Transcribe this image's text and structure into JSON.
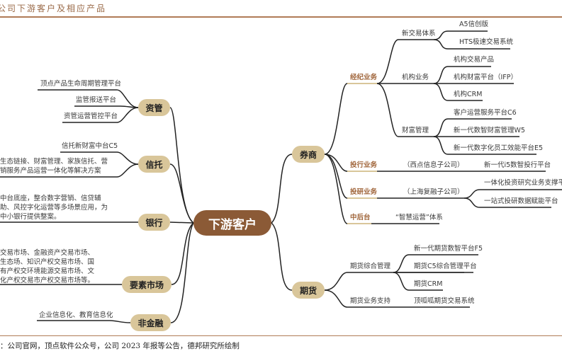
{
  "header": {
    "title": "公司下游客户及相应产品"
  },
  "footer": {
    "source": "：公司官网，顶点软件公众号，公司 2023 年报等公告，德邦研究所绘制"
  },
  "colors": {
    "center": "#8b5a36",
    "node": "#d9c69a",
    "category": "#a0653a",
    "rule": "#b07b56"
  },
  "center": "下游客户",
  "left": {
    "zigu": {
      "label": "资管",
      "items": [
        "顶点产品生命周期管理平台",
        "监管报送平台",
        "资管运营管控平台"
      ]
    },
    "xintuo": {
      "label": "信托",
      "items": [
        "信托新财富中台C5",
        "生态链接、财富管理、家族信托、营销服务产品运营一体化等解决方案"
      ]
    },
    "yinhang": {
      "label": "银行",
      "items": [
        "中台底座，整合数字营销、信贷辅助、风控字化运营等多场景应用，为中小银行提供整案。"
      ]
    },
    "yaosu": {
      "label": "要素市场",
      "items": [
        "交易市场、金融资产交易市场、生态场、知识产权交易市场、国有产权交环境能源交易市场、文化产权交易市产权交易市场等。"
      ]
    },
    "feijinrong": {
      "label": "非金融",
      "items": [
        "企业信息化、教育信息化"
      ]
    }
  },
  "right": {
    "quanshang": {
      "label": "券商",
      "jingji": {
        "label": "经纪业务",
        "xinjiaoyi": {
          "label": "新交易体系",
          "items": [
            "A5信创版",
            "HTS极速交易系统"
          ]
        },
        "jigou": {
          "label": "机构业务",
          "items": [
            "机构交易产品",
            "机构财富平台（IFP）",
            "机构CRM"
          ]
        },
        "caifu": {
          "label": "财富管理",
          "items": [
            "客户运营服务平台C6",
            "新一代数智财富管理W5",
            "新一代数字化员工效能平台E5"
          ]
        }
      },
      "touhang": {
        "label": "投行业务",
        "sub": "（西点信息子公司）",
        "items": [
          "新一代i5数智投行平台"
        ]
      },
      "touyan": {
        "label": "投研业务",
        "sub": "（上海复融子公司）",
        "items": [
          "一体化投资研究业务支撑平台",
          "一站式投研数据赋能平台"
        ]
      },
      "zhonghou": {
        "label": "中后台",
        "items": [
          "“智慧运营”体系"
        ]
      }
    },
    "qihuo": {
      "label": "期货",
      "zonghe": {
        "label": "期货综合管理",
        "items": [
          "新一代期货数智平台F5",
          "期货C5综合管理平台",
          "期货CRM"
        ]
      },
      "zhichi": {
        "label": "期货业务支持",
        "items": [
          "顶呱呱期货交易系统"
        ]
      }
    }
  }
}
